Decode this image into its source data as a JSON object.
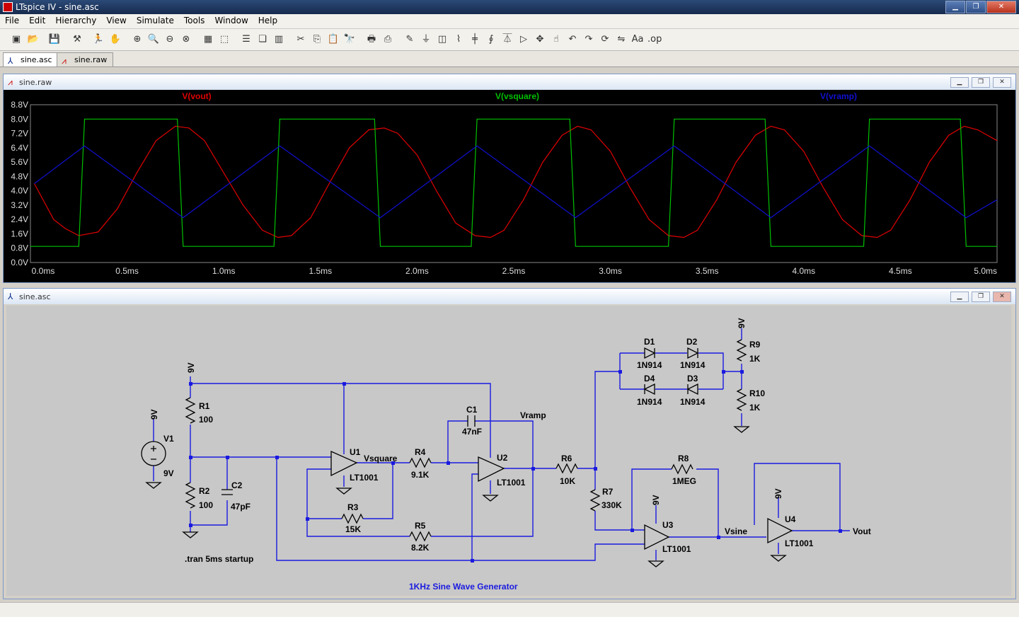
{
  "window": {
    "title": "LTspice IV - sine.asc"
  },
  "menu": [
    "File",
    "Edit",
    "Hierarchy",
    "View",
    "Simulate",
    "Tools",
    "Window",
    "Help"
  ],
  "toolbar": [
    "new-schematic-icon",
    "open-icon",
    "save-icon",
    "control-panel-icon",
    "run-icon",
    "pan-icon",
    "zoom-in-icon",
    "zoom-area-icon",
    "zoom-out-icon",
    "zoom-fit-icon",
    "grid-icon",
    "auto-range-icon",
    "tile-horizontal-icon",
    "cascade-icon",
    "tile-vertical-icon",
    "cut-icon",
    "copy-icon",
    "paste-icon",
    "find-icon",
    "print-icon",
    "print-preview-icon",
    "wire-icon",
    "ground-icon",
    "label-icon",
    "resistor-icon",
    "capacitor-icon",
    "inductor-icon",
    "diode-icon",
    "component-icon",
    "move-icon",
    "drag-icon",
    "undo-icon",
    "redo-icon",
    "rotate-icon",
    "mirror-icon",
    "text-icon",
    "spice-directive-icon"
  ],
  "tabs": [
    {
      "label": "sine.asc",
      "active": true
    },
    {
      "label": "sine.raw",
      "active": false
    }
  ],
  "waveform_pane": {
    "title": "sine.raw"
  },
  "schematic_pane": {
    "title": "sine.asc"
  },
  "colors": {
    "vout": "#e00000",
    "vsquare": "#00c000",
    "vramp": "#1010d0",
    "wire": "#1a1ae0",
    "schematic_bg": "#c8c8c8"
  },
  "chart_data": {
    "type": "line",
    "xlabel": "",
    "ylabel": "",
    "xlim": [
      0,
      5
    ],
    "ylim": [
      0,
      8.8
    ],
    "xticks": [
      "0.0ms",
      "0.5ms",
      "1.0ms",
      "1.5ms",
      "2.0ms",
      "2.5ms",
      "3.0ms",
      "3.5ms",
      "4.0ms",
      "4.5ms",
      "5.0ms"
    ],
    "yticks": [
      "0.0V",
      "0.8V",
      "1.6V",
      "2.4V",
      "3.2V",
      "4.0V",
      "4.8V",
      "5.6V",
      "6.4V",
      "7.2V",
      "8.0V",
      "8.8V"
    ],
    "grid": false,
    "series": [
      {
        "name": "V(vout)",
        "x": [
          0.02,
          0.05,
          0.08,
          0.12,
          0.18,
          0.25,
          0.35,
          0.45,
          0.55,
          0.65,
          0.75,
          0.82,
          0.9,
          1.0,
          1.1,
          1.2,
          1.28,
          1.35,
          1.45,
          1.55,
          1.65,
          1.75,
          1.83,
          1.9,
          2.0,
          2.1,
          2.2,
          2.3,
          2.38,
          2.45,
          2.55,
          2.65,
          2.75,
          2.83,
          2.9,
          3.0,
          3.1,
          3.2,
          3.3,
          3.38,
          3.45,
          3.55,
          3.65,
          3.75,
          3.83,
          3.9,
          4.0,
          4.1,
          4.2,
          4.3,
          4.38,
          4.45,
          4.55,
          4.65,
          4.75,
          4.83,
          4.9,
          5.0
        ],
        "y": [
          4.4,
          3.8,
          3.2,
          2.4,
          1.9,
          1.5,
          1.7,
          3.0,
          5.0,
          6.8,
          7.6,
          7.5,
          6.8,
          5.0,
          3.2,
          1.8,
          1.4,
          1.5,
          2.5,
          4.5,
          6.4,
          7.4,
          7.5,
          7.2,
          6.0,
          4.0,
          2.2,
          1.5,
          1.4,
          1.8,
          3.5,
          5.6,
          7.1,
          7.6,
          7.4,
          6.2,
          4.2,
          2.4,
          1.5,
          1.4,
          1.8,
          3.5,
          5.6,
          7.1,
          7.6,
          7.4,
          6.2,
          4.2,
          2.4,
          1.5,
          1.4,
          1.8,
          3.5,
          5.6,
          7.1,
          7.6,
          7.4,
          6.8
        ]
      },
      {
        "name": "V(vsquare)",
        "x": [
          0.0,
          0.25,
          0.28,
          0.76,
          0.79,
          1.26,
          1.29,
          1.78,
          1.81,
          2.28,
          2.31,
          2.79,
          2.82,
          3.3,
          3.33,
          3.8,
          3.83,
          4.31,
          4.34,
          4.81,
          4.84,
          5.0
        ],
        "y": [
          0.9,
          0.9,
          8.0,
          8.0,
          0.9,
          0.9,
          8.0,
          8.0,
          0.9,
          0.9,
          8.0,
          8.0,
          0.9,
          0.9,
          8.0,
          8.0,
          0.9,
          0.9,
          8.0,
          8.0,
          0.9,
          0.9
        ]
      },
      {
        "name": "V(vramp)",
        "x": [
          0.02,
          0.28,
          0.79,
          1.29,
          1.81,
          2.31,
          2.82,
          3.33,
          3.83,
          4.34,
          4.84,
          5.0
        ],
        "y": [
          4.4,
          6.5,
          2.5,
          6.5,
          2.5,
          6.5,
          2.5,
          6.5,
          2.5,
          6.5,
          2.5,
          3.5
        ]
      }
    ]
  },
  "schematic": {
    "labels": {
      "r1_ref": "R1",
      "r1_val": "100",
      "r2_ref": "R2",
      "r2_val": "100",
      "c2_ref": "C2",
      "c2_val": "47pF",
      "v1_ref": "V1",
      "v1_val": "9V",
      "v1_flag": "9V",
      "r1_flag": "9V",
      "u1_ref": "U1",
      "u1_val": "LT1001",
      "vsquare_net": "Vsquare",
      "r3_ref": "R3",
      "r3_val": "15K",
      "r4_ref": "R4",
      "r4_val": "9.1K",
      "r5_ref": "R5",
      "r5_val": "8.2K",
      "c1_ref": "C1",
      "c1_val": "47nF",
      "vramp_net": "Vramp",
      "u2_ref": "U2",
      "u2_val": "LT1001",
      "r6_ref": "R6",
      "r6_val": "10K",
      "r7_ref": "R7",
      "r7_val": "330K",
      "d1_ref": "D1",
      "d1_val": "1N914",
      "d2_ref": "D2",
      "d2_val": "1N914",
      "d3_ref": "D3",
      "d3_val": "1N914",
      "d4_ref": "D4",
      "d4_val": "1N914",
      "r9_flag": "9V",
      "r9_ref": "R9",
      "r9_val": "1K",
      "r10_ref": "R10",
      "r10_val": "1K",
      "r8_ref": "R8",
      "r8_val": "1MEG",
      "u3_flag": "9V",
      "u3_ref": "U3",
      "u3_val": "LT1001",
      "vsine_net": "Vsine",
      "u4_flag": "9V",
      "u4_ref": "U4",
      "u4_val": "LT1001",
      "vout_net": "Vout",
      "directive": ".tran 5ms startup",
      "comment": "1KHz Sine Wave Generator"
    }
  }
}
